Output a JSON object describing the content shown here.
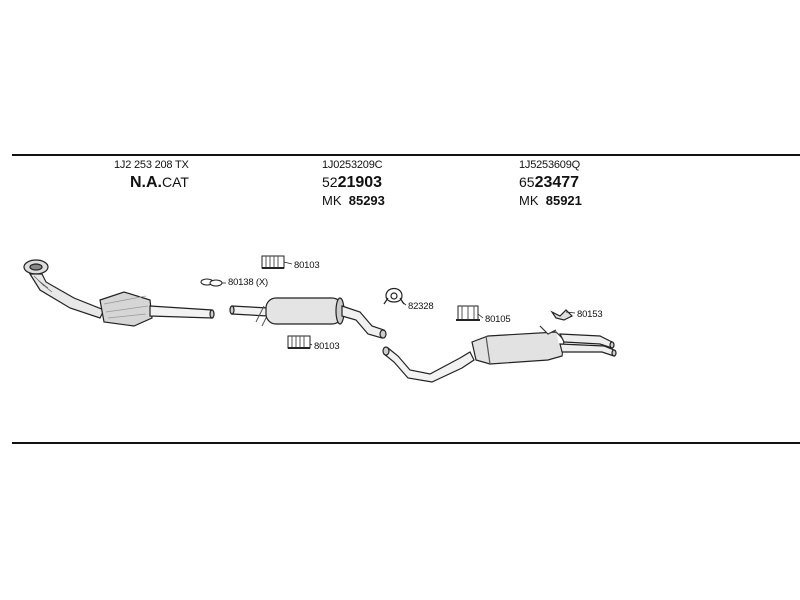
{
  "columns": [
    {
      "part_no": "1J2 253 208 TX",
      "code_prefix": "",
      "code_main": "N.A.",
      "code_suffix": "CAT",
      "mk_prefix": "",
      "mk_value": ""
    },
    {
      "part_no": "1J0253209C",
      "code_prefix": "52",
      "code_main": "21903",
      "code_suffix": "",
      "mk_prefix": "MK",
      "mk_value": "85293"
    },
    {
      "part_no": "1J5253609Q",
      "code_prefix": "65",
      "code_main": "23477",
      "code_suffix": "",
      "mk_prefix": "MK",
      "mk_value": "85921"
    }
  ],
  "parts": {
    "clamp_upper": "80103",
    "gasket": "80138 (X)",
    "clamp_lower": "80103",
    "ring": "82328",
    "hanger": "80105",
    "bracket": "80153"
  },
  "icons": [
    "catalytic-converter-icon",
    "middle-silencer-icon",
    "rear-silencer-icon",
    "clamp-icon",
    "gasket-icon",
    "rubber-ring-icon",
    "hanger-icon",
    "bracket-icon"
  ]
}
